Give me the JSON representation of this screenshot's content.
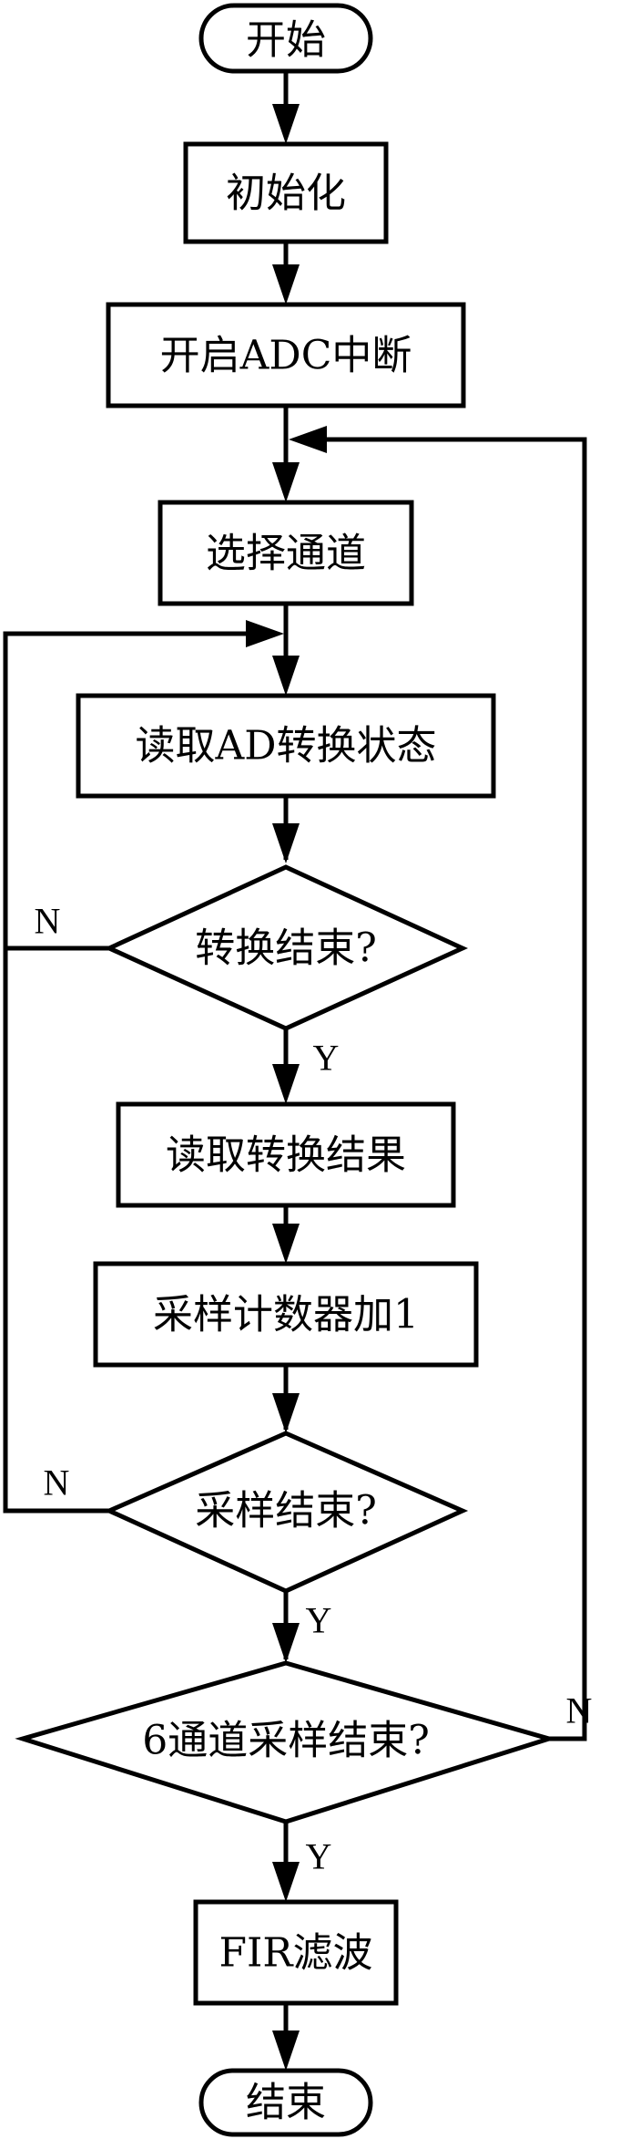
{
  "nodes": {
    "start": "开始",
    "init": "初始化",
    "enable_adc": "开启ADC中断",
    "select_channel": "选择通道",
    "read_status": "读取AD转换状态",
    "conv_done": "转换结束?",
    "read_result": "读取转换结果",
    "counter_inc": "采样计数器加1",
    "sample_done": "采样结束?",
    "six_done": "6通道采样结束?",
    "fir": "FIR滤波",
    "end": "结束"
  },
  "branch_labels": {
    "conv_no": "N",
    "conv_yes": "Y",
    "sample_no": "N",
    "sample_yes": "Y",
    "six_no": "N",
    "six_yes": "Y"
  }
}
